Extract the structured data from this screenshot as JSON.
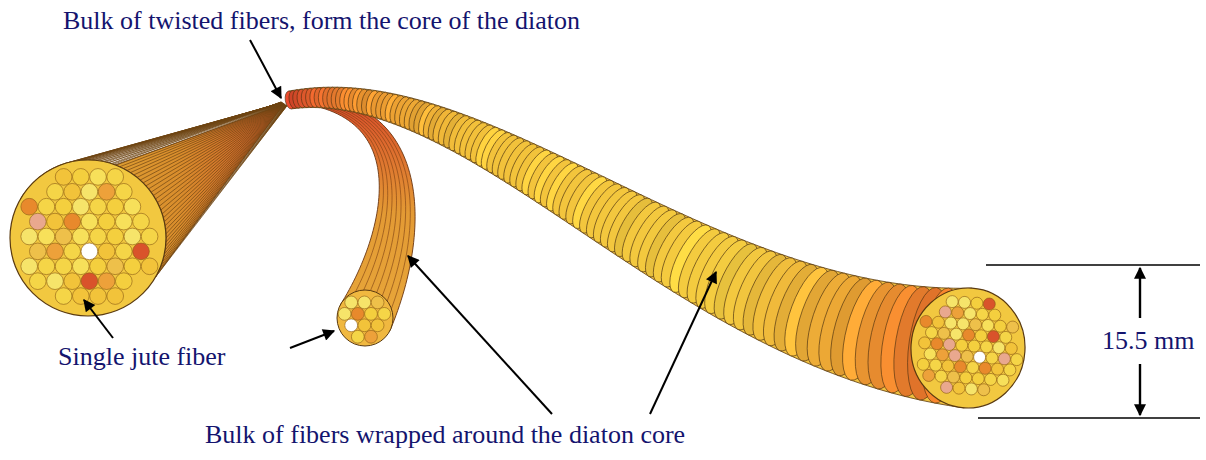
{
  "diagram": {
    "labels": [
      "Bulk of twisted fibers, form the core of the diaton",
      "Single jute fiber",
      "Bulk of fibers wrapped around the diaton core",
      "15.5 mm"
    ]
  }
}
